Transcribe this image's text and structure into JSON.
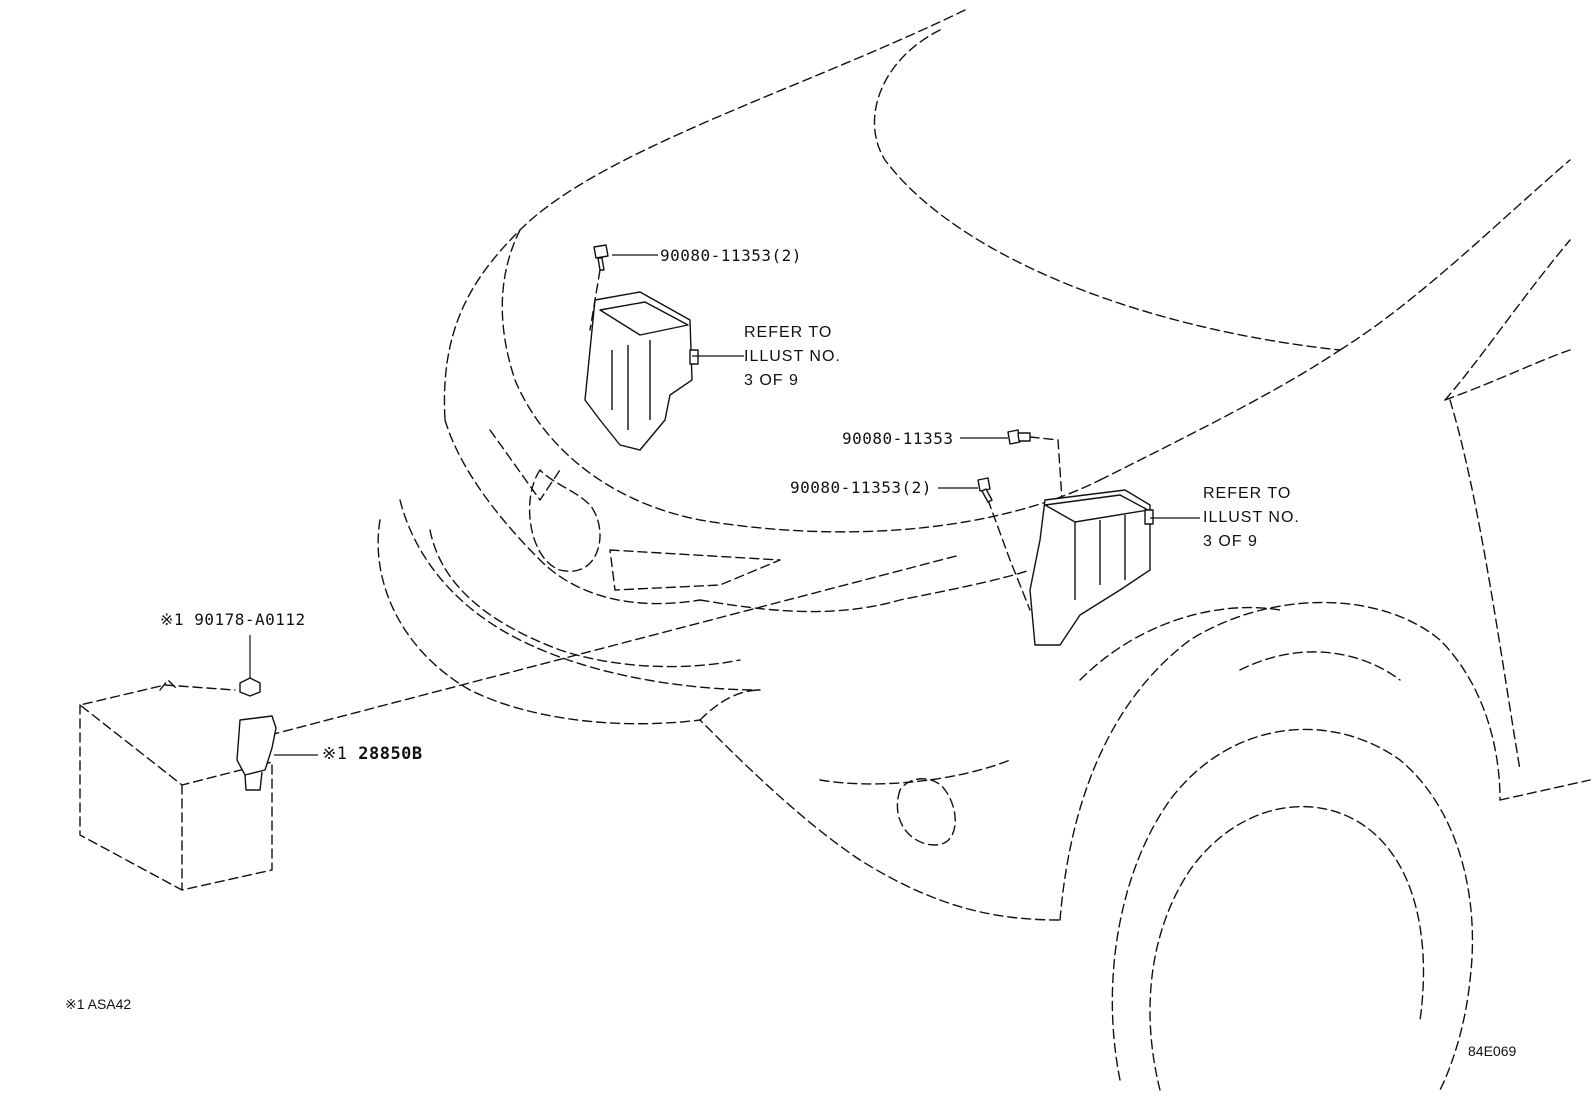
{
  "labels": {
    "bolt_relay_block": "90080-11353(2)",
    "bolt_upper_right": "90080-11353",
    "bolt_lower_right": "90080-11353(2)",
    "nut_battery": "90178-A0112",
    "nut_battery_mark": "※1",
    "relay": "28850B",
    "relay_mark": "※1",
    "footnote": "※1 ASA42",
    "figure_code": "84E069"
  },
  "refer_left": [
    "REFER TO",
    "ILLUST NO.",
    "3 OF 9"
  ],
  "refer_right": [
    "REFER TO",
    "ILLUST NO.",
    "3 OF 9"
  ]
}
